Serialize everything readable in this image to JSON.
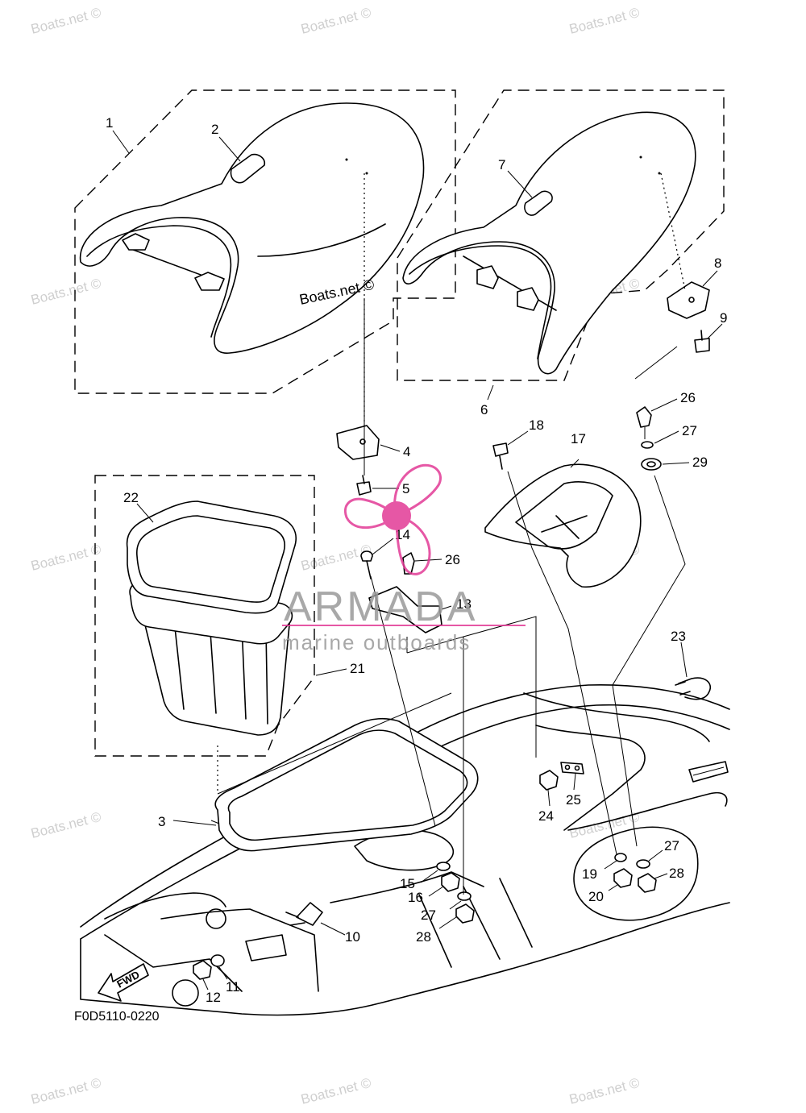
{
  "diagram": {
    "drawing_code": "F0D5110-0220",
    "direction_arrow_label": "FWD",
    "inline_watermark": "Boats.net ©",
    "logo": {
      "name": "ARMADA",
      "tagline": "marine outboards",
      "accent_color": "#e23a96",
      "text_color": "#9a9a9a"
    },
    "watermark_text": "Boats.net ©",
    "part_numbers": {
      "p1": "1",
      "p2": "2",
      "p3": "3",
      "p4": "4",
      "p5": "5",
      "p6": "6",
      "p7": "7",
      "p8": "8",
      "p9": "9",
      "p10": "10",
      "p11": "11",
      "p12": "12",
      "p13": "13",
      "p14": "14",
      "p15": "15",
      "p16": "16",
      "p17": "17",
      "p18": "18",
      "p19": "19",
      "p20": "20",
      "p21": "21",
      "p22": "22",
      "p23": "23",
      "p24": "24",
      "p25": "25",
      "p26a": "26",
      "p26b": "26",
      "p27a": "27",
      "p27b": "27",
      "p27c": "27",
      "p28a": "28",
      "p28b": "28",
      "p29": "29"
    }
  }
}
